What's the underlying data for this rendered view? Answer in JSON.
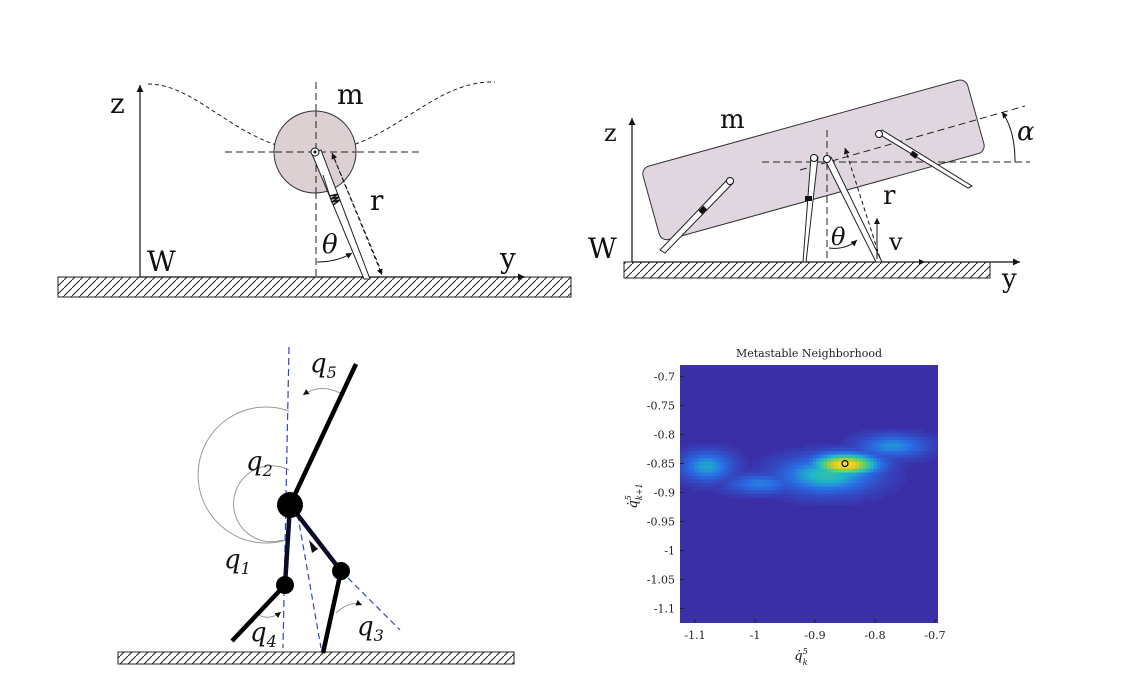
{
  "panel_a": {
    "axis_z": "z",
    "axis_y": "y",
    "frame": "W",
    "mass": "m",
    "radius": "r",
    "angle": "θ"
  },
  "panel_b": {
    "axis_z": "z",
    "axis_y": "y",
    "frame": "W",
    "mass": "m",
    "radius": "r",
    "angle": "θ",
    "pitch": "α",
    "velocity": "v"
  },
  "panel_c": {
    "q1": "q",
    "q1_sub": "1",
    "q2": "q",
    "q2_sub": "2",
    "q3": "q",
    "q3_sub": "3",
    "q4": "q",
    "q4_sub": "4",
    "q5": "q",
    "q5_sub": "5"
  },
  "chart_data": {
    "type": "heatmap",
    "title": "Metastable Neighborhood",
    "xlabel_base": "q̇",
    "xlabel_sup": "5",
    "xlabel_sub": "k",
    "ylabel_base": "q̇",
    "ylabel_sup": "5",
    "ylabel_sub": "k+1",
    "xlim": [
      -1.125,
      -0.695
    ],
    "ylim": [
      -1.125,
      -0.68
    ],
    "x_ticks": [
      {
        "value": -1.1,
        "label": "-1.1"
      },
      {
        "value": -1.0,
        "label": "-1"
      },
      {
        "value": -0.9,
        "label": "-0.9"
      },
      {
        "value": -0.8,
        "label": "-0.8"
      },
      {
        "value": -0.7,
        "label": "-0.7"
      }
    ],
    "y_ticks": [
      {
        "value": -0.7,
        "label": "-0.7"
      },
      {
        "value": -0.75,
        "label": "-0.75"
      },
      {
        "value": -0.8,
        "label": "-0.8"
      },
      {
        "value": -0.85,
        "label": "-0.85"
      },
      {
        "value": -0.9,
        "label": "-0.9"
      },
      {
        "value": -0.95,
        "label": "-0.95"
      },
      {
        "value": -1.0,
        "label": "-1"
      },
      {
        "value": -1.05,
        "label": "-1.05"
      },
      {
        "value": -1.1,
        "label": "-1.1"
      }
    ],
    "background_color": "#3b2fa8",
    "marked_point": {
      "x": -0.85,
      "y": -0.85
    },
    "blobs": [
      {
        "x": -1.08,
        "y": -0.855,
        "sx": 0.03,
        "sy": 0.018,
        "level": 0.45
      },
      {
        "x": -0.99,
        "y": -0.885,
        "sx": 0.04,
        "sy": 0.012,
        "level": 0.35
      },
      {
        "x": -0.88,
        "y": -0.87,
        "sx": 0.055,
        "sy": 0.022,
        "level": 0.55
      },
      {
        "x": -0.85,
        "y": -0.852,
        "sx": 0.04,
        "sy": 0.014,
        "level": 0.95
      },
      {
        "x": -0.77,
        "y": -0.82,
        "sx": 0.04,
        "sy": 0.014,
        "level": 0.4
      }
    ]
  }
}
